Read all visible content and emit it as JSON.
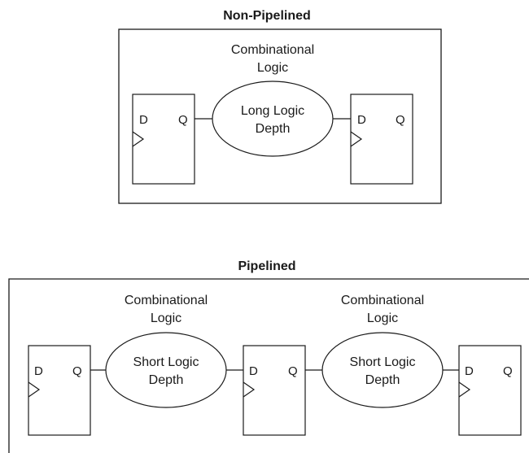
{
  "non_pipelined": {
    "title": "Non-Pipelined",
    "comb_label_line1": "Combinational",
    "comb_label_line2": "Logic",
    "logic_line1": "Long Logic",
    "logic_line2": "Depth",
    "ff_left": {
      "d": "D",
      "q": "Q"
    },
    "ff_right": {
      "d": "D",
      "q": "Q"
    }
  },
  "pipelined": {
    "title": "Pipelined",
    "stage1": {
      "comb_label_line1": "Combinational",
      "comb_label_line2": "Logic",
      "logic_line1": "Short Logic",
      "logic_line2": "Depth"
    },
    "stage2": {
      "comb_label_line1": "Combinational",
      "comb_label_line2": "Logic",
      "logic_line1": "Short Logic",
      "logic_line2": "Depth"
    },
    "ff1": {
      "d": "D",
      "q": "Q"
    },
    "ff2": {
      "d": "D",
      "q": "Q"
    },
    "ff3": {
      "d": "D",
      "q": "Q"
    }
  }
}
